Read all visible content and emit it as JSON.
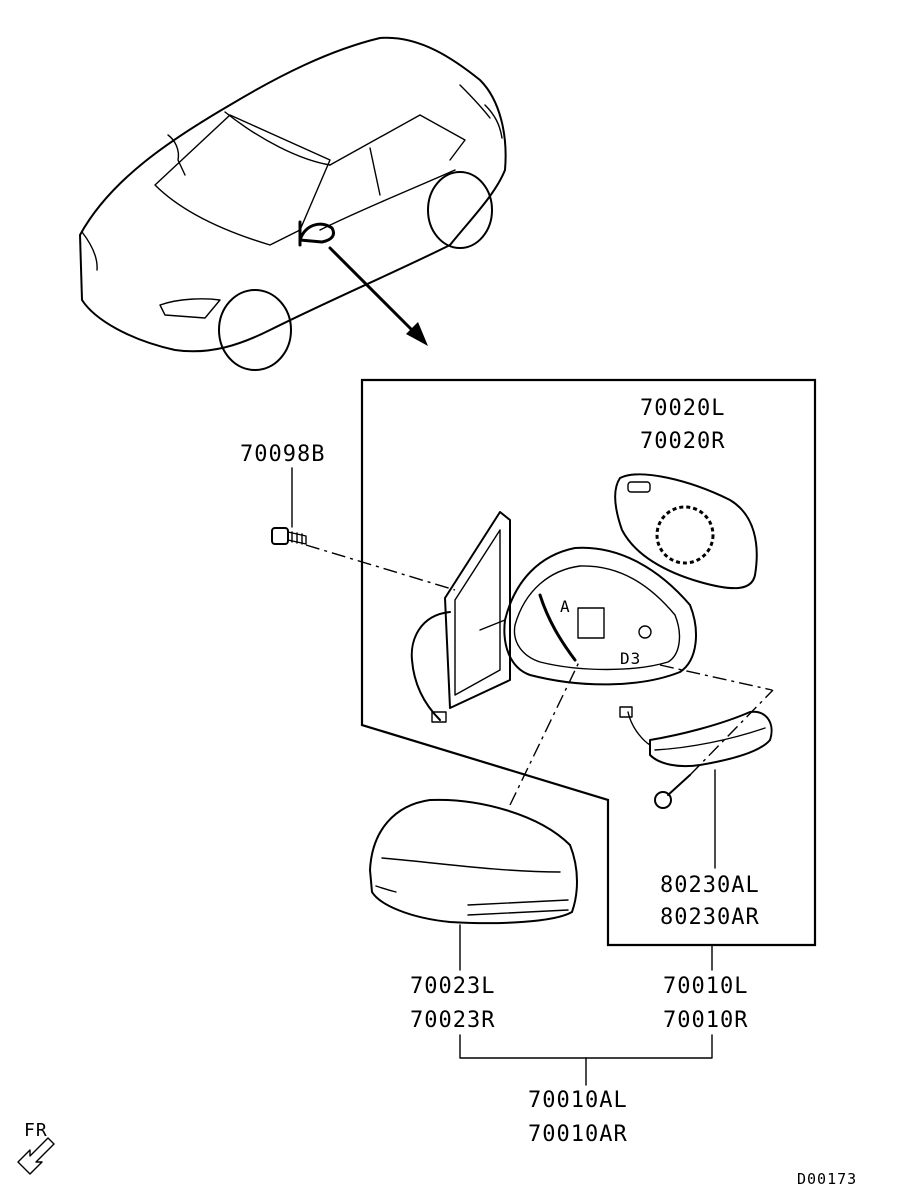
{
  "labels": {
    "p70098B": "70098B",
    "p70020L": "70020L",
    "p70020R": "70020R",
    "p80230AL": "80230AL",
    "p80230AR": "80230AR",
    "p70023L": "70023L",
    "p70023R": "70023R",
    "p70010L": "70010L",
    "p70010R": "70010R",
    "p70010AL": "70010AL",
    "p70010AR": "70010AR",
    "front": "FR",
    "code": "D00173"
  },
  "colors": {
    "line": "#000000",
    "background": "#ffffff"
  }
}
